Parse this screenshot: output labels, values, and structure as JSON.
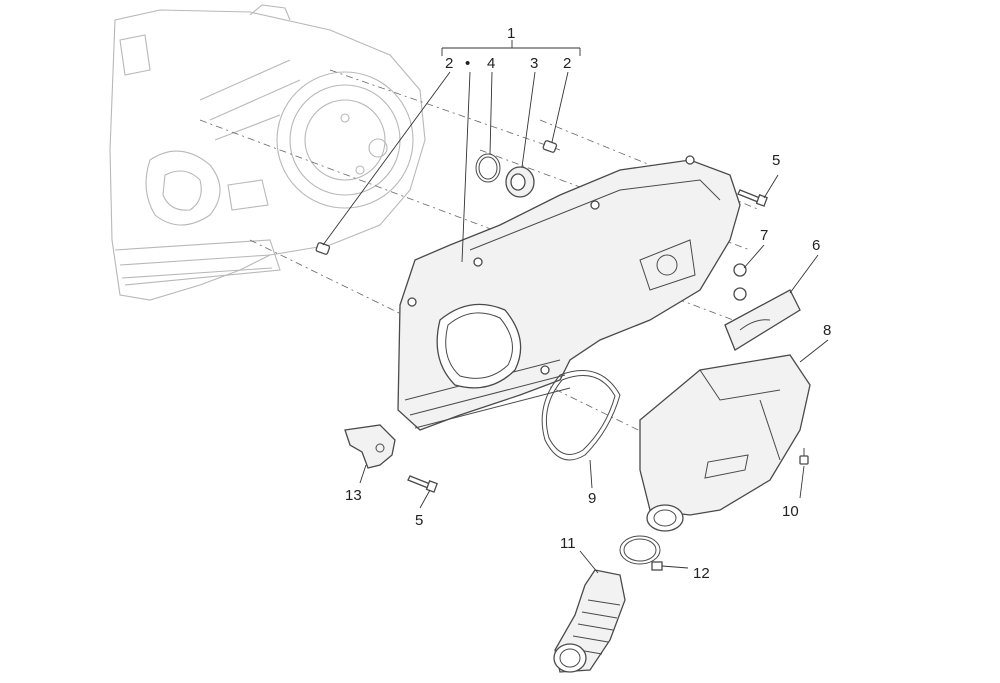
{
  "diagram": {
    "callouts": [
      {
        "id": "c1",
        "text": "1"
      },
      {
        "id": "c2a",
        "text": "2"
      },
      {
        "id": "cdot",
        "text": "•"
      },
      {
        "id": "c4",
        "text": "4"
      },
      {
        "id": "c3",
        "text": "3"
      },
      {
        "id": "c2b",
        "text": "2"
      },
      {
        "id": "c5a",
        "text": "5"
      },
      {
        "id": "c7",
        "text": "7"
      },
      {
        "id": "c6",
        "text": "6"
      },
      {
        "id": "c8",
        "text": "8"
      },
      {
        "id": "c13",
        "text": "13"
      },
      {
        "id": "c5b",
        "text": "5"
      },
      {
        "id": "c9",
        "text": "9"
      },
      {
        "id": "c10",
        "text": "10"
      },
      {
        "id": "c11",
        "text": "11"
      },
      {
        "id": "c12",
        "text": "12"
      }
    ]
  }
}
